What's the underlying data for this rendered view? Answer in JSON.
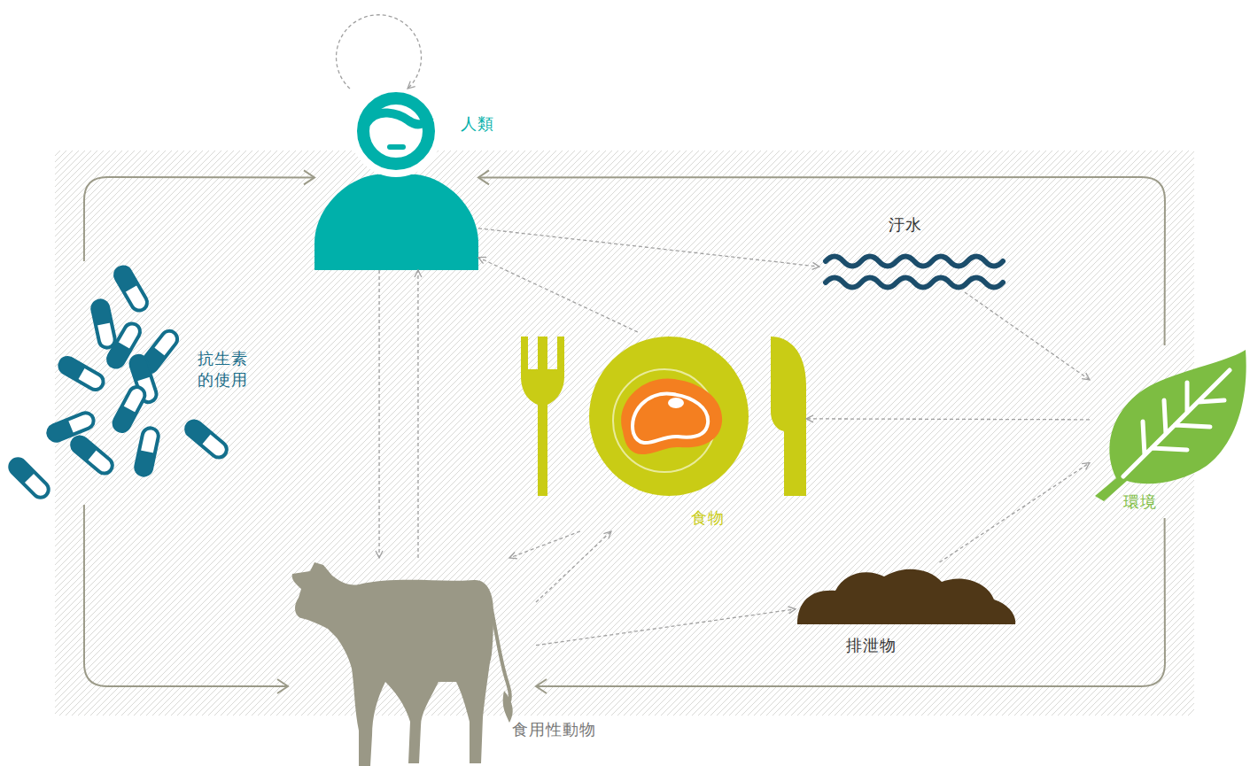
{
  "diagram": {
    "nodes": [
      {
        "text": [
          "人類"
        ]
      },
      {
        "text": [
          "汙水"
        ]
      },
      {
        "text": [
          "抗生素的使用"
        ]
      },
      {
        "text": [
          "食物"
        ]
      },
      {
        "text": [
          "環境"
        ]
      },
      {
        "text": [
          "排泄物"
        ]
      },
      {
        "text": [
          "食用性動物"
        ]
      }
    ],
    "edges": [
      {
        "from": 0,
        "to": 0,
        "arrow": "to"
      },
      {
        "from": 0,
        "to": 1,
        "arrow": "to"
      },
      {
        "from": 3,
        "to": 0,
        "arrow": "to"
      },
      {
        "from": 0,
        "to": 6,
        "arrow": "to"
      },
      {
        "from": 6,
        "to": 0,
        "arrow": "to"
      },
      {
        "from": 1,
        "to": 4,
        "arrow": "to"
      },
      {
        "from": 4,
        "to": 3,
        "arrow": "to"
      },
      {
        "from": 6,
        "to": 3,
        "arrow": "to"
      },
      {
        "from": 3,
        "to": 6,
        "arrow": "to"
      },
      {
        "from": 6,
        "to": 5,
        "arrow": "to"
      },
      {
        "from": 5,
        "to": 4,
        "arrow": "to"
      },
      {
        "from": 2,
        "to": 0,
        "arrow": "to"
      },
      {
        "from": 2,
        "to": 6,
        "arrow": "to"
      },
      {
        "from": 4,
        "to": 0,
        "arrow": "to"
      },
      {
        "from": 4,
        "to": 6,
        "arrow": "to"
      }
    ]
  }
}
